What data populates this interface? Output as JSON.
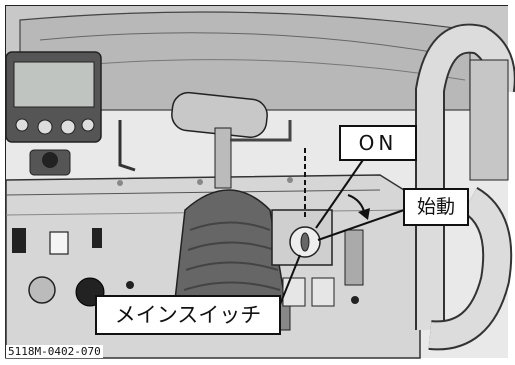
{
  "callouts": {
    "on": "ON",
    "start": "始動",
    "main_switch": "メインスイッチ"
  },
  "figure_code": "5118M-0402-070"
}
